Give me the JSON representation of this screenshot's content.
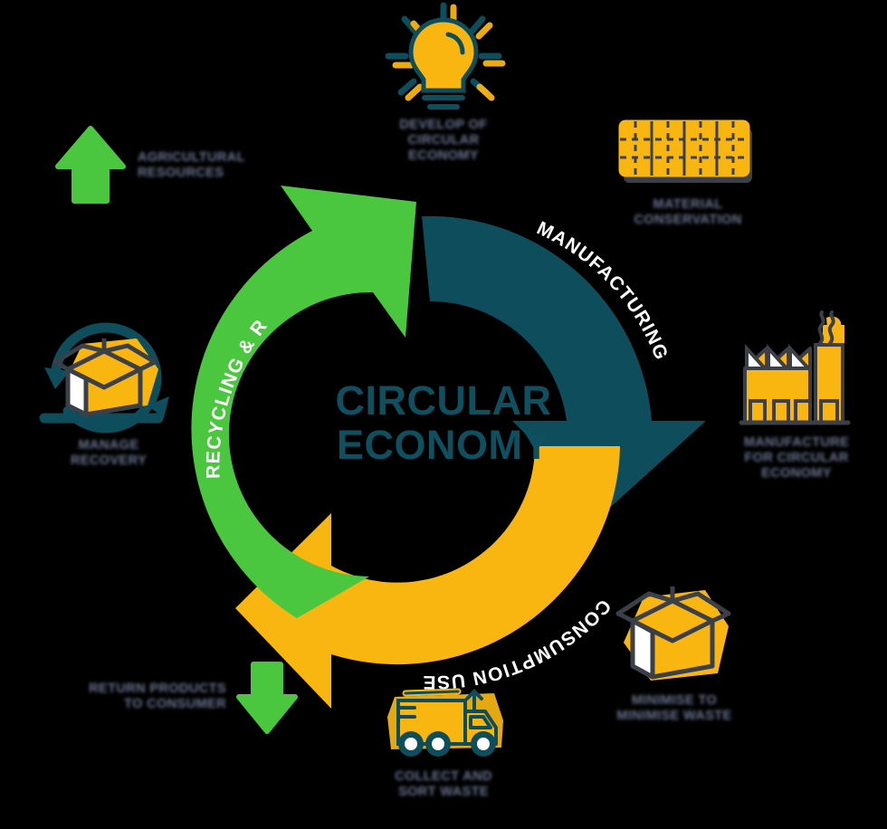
{
  "center": {
    "line1": "CIRCULAR",
    "line2": "ECONOMY",
    "color": "#0f5060"
  },
  "palette": {
    "teal": "#0d4d5c",
    "green": "#4bc63f",
    "yellow": "#f9b611",
    "label_blurred": "#6b7591",
    "background": "#000000"
  },
  "ring": {
    "arcs": [
      {
        "id": "manufacturing",
        "label": "MANUFACTURING",
        "color": "#0d4d5c",
        "label_color": "#ffffff"
      },
      {
        "id": "consumption",
        "label": "CONSUMPTION USE",
        "color": "#f9b611",
        "label_color": "#ffffff"
      },
      {
        "id": "recycling",
        "label": "RECYCLING & REUSE",
        "color": "#4bc63f",
        "label_color": "#ffffff"
      }
    ]
  },
  "nodes": [
    {
      "id": "idea",
      "icon": "lightbulb-icon",
      "caption_lines": [
        "DEVELOP OF",
        "CIRCULAR",
        "ECONOMY"
      ],
      "blurred": true
    },
    {
      "id": "material-conservation",
      "icon": "material-grid-icon",
      "caption_lines": [
        "MATERIAL",
        "CONSERVATION"
      ],
      "blurred": true
    },
    {
      "id": "manufacture-for-circular-economy",
      "icon": "factory-icon",
      "caption_lines": [
        "MANUFACTURE",
        "FOR CIRCULAR",
        "ECONOMY"
      ],
      "blurred": true
    },
    {
      "id": "minimise-waste",
      "icon": "open-box-icon",
      "caption_lines": [
        "MINIMISE TO",
        "MINIMISE WASTE"
      ],
      "blurred": true
    },
    {
      "id": "collect-and-sort-waste",
      "icon": "garbage-truck-icon",
      "caption_lines": [
        "COLLECT AND",
        "SORT WASTE"
      ],
      "blurred": true
    },
    {
      "id": "manage-recovery",
      "icon": "recycle-loop-box-icon",
      "caption_lines": [
        "MANAGE",
        "RECOVERY"
      ],
      "blurred": true
    },
    {
      "id": "agricultural-resources",
      "icon": "arrow-up-icon",
      "caption_lines": [
        "AGRICULTURAL",
        "RESOURCES"
      ],
      "blurred": true
    },
    {
      "id": "return-products-to-consumer",
      "icon": "arrow-down-icon",
      "caption_lines": [
        "RETURN PRODUCTS",
        "TO CONSUMER"
      ],
      "blurred": true
    }
  ]
}
